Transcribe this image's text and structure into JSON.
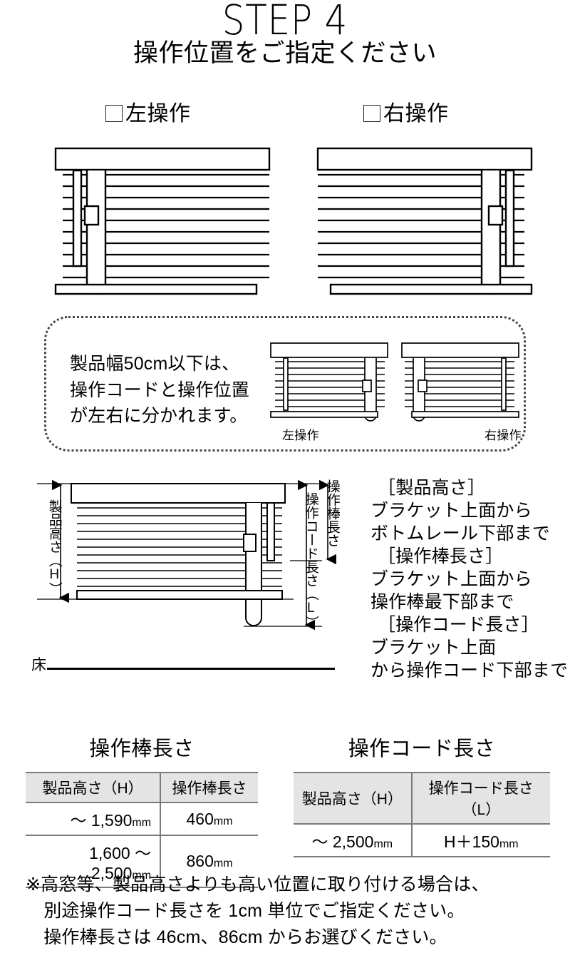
{
  "header": {
    "step_title": "STEP 4",
    "subtitle": "操作位置をご指定ください"
  },
  "options": [
    {
      "id": "left",
      "label": "左操作",
      "checkbox": "checkbox-unchecked"
    },
    {
      "id": "right",
      "label": "右操作",
      "checkbox": "checkbox-unchecked"
    }
  ],
  "note": {
    "text": "製品幅50cm以下は、\n操作コードと操作位置\nが左右に分かれます。",
    "mini_caption_left": "左操作",
    "mini_caption_right": "右操作"
  },
  "dimension_diagram": {
    "label_product_height": "製品高さ（H）",
    "label_cord_length": "操作コード長さ（L）",
    "label_rod_length": "操作棒長さ",
    "floor_label": "床"
  },
  "definitions": [
    {
      "heading": "［製品高さ］",
      "lines": [
        "ブラケット上面から",
        "ボトムレール下部まで"
      ]
    },
    {
      "heading": "［操作棒長さ］",
      "lines": [
        "ブラケット上面から",
        "操作棒最下部まで"
      ]
    },
    {
      "heading": "［操作コード長さ］",
      "lines": [
        "ブラケット上面",
        "から操作コード下部まで"
      ]
    }
  ],
  "tables": [
    {
      "id": "rod",
      "title": "操作棒長さ",
      "headers": [
        "製品高さ（H）",
        "操作棒長さ"
      ],
      "rows": [
        {
          "range": "～ 1,590",
          "range_unit": "mm",
          "value": "460",
          "value_unit": "mm"
        },
        {
          "range": "1,600 ～ 2,500",
          "range_unit": "mm",
          "value": "860",
          "value_unit": "mm"
        }
      ]
    },
    {
      "id": "cord",
      "title": "操作コード長さ",
      "headers": [
        "製品高さ（H）",
        "操作コード長さ（L）"
      ],
      "rows": [
        {
          "range": "～ 2,500",
          "range_unit": "mm",
          "value": "H＋150",
          "value_unit": "mm"
        }
      ]
    }
  ],
  "footnote": "※高窓等、製品高さよりも高い位置に取り付ける場合は、\n　別途操作コード長さを 1cm 単位でご指定ください。\n　操作棒長さは 46cm、86cm からお選びください。",
  "colors": {
    "ink": "#000000",
    "table_header_bg": "#e4e4e4",
    "table_rule": "#7a7a7a",
    "note_border": "#444444"
  }
}
